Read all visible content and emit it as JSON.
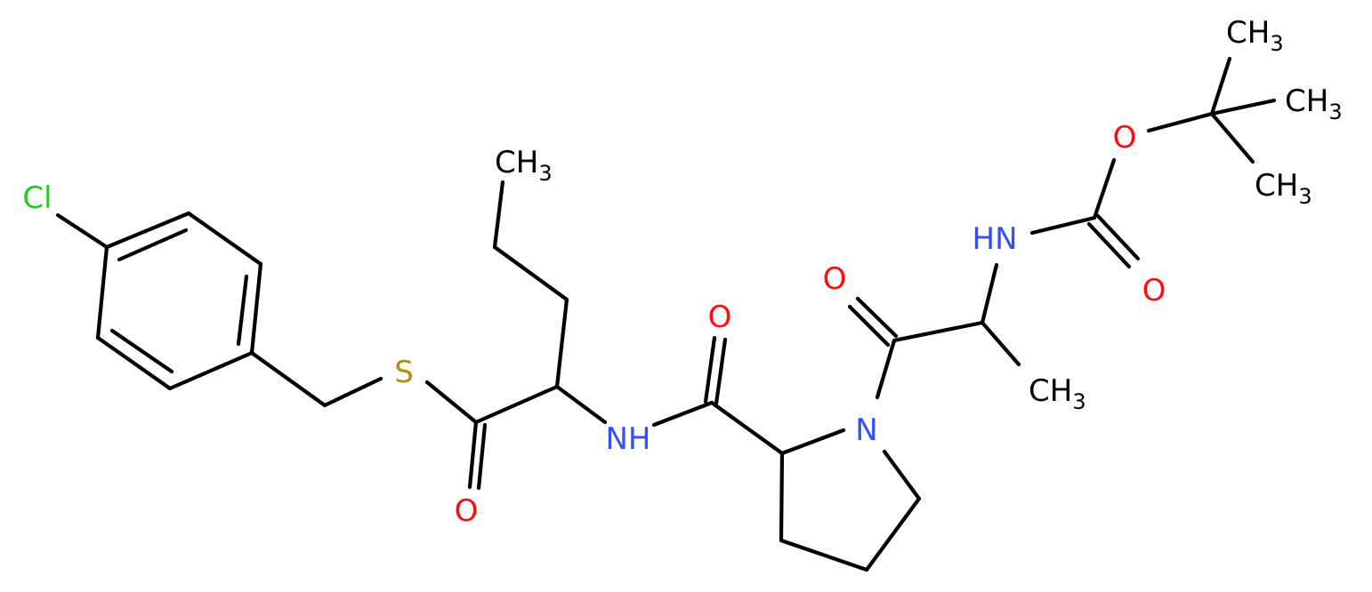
{
  "colors": {
    "background": "#ffffff",
    "bond": "#000000",
    "carbon": "#000000",
    "oxygen": "#ff0d0d",
    "nitrogen": "#3050f8",
    "sulfur": "#b38c12",
    "chlorine": "#1fcc1f"
  },
  "atoms": {
    "cl": {
      "text": "Cl",
      "element": "chlorine"
    },
    "s": {
      "text": "S",
      "element": "sulfur"
    },
    "o_thioester": {
      "text": "O",
      "element": "oxygen"
    },
    "nh_amide": {
      "text": "NH",
      "element": "nitrogen"
    },
    "o_amide": {
      "text": "O",
      "element": "oxygen"
    },
    "n_pyrrolidine": {
      "text": "N",
      "element": "nitrogen"
    },
    "o_ala": {
      "text": "O",
      "element": "oxygen"
    },
    "nh_boc": {
      "text": "HN",
      "element": "nitrogen"
    },
    "o_carbamate_dbl": {
      "text": "O",
      "element": "oxygen"
    },
    "o_ester": {
      "text": "O",
      "element": "oxygen"
    },
    "ch3_propyl": {
      "text": "CH",
      "sub": "3",
      "element": "carbon"
    },
    "ch3_ala": {
      "text": "CH",
      "sub": "3",
      "element": "carbon"
    },
    "ch3_tbu_1": {
      "text": "CH",
      "sub": "3",
      "element": "carbon"
    },
    "ch3_tbu_2": {
      "text": "CH",
      "sub": "3",
      "element": "carbon"
    },
    "ch3_tbu_3": {
      "text": "CH",
      "sub": "3",
      "element": "carbon"
    }
  }
}
